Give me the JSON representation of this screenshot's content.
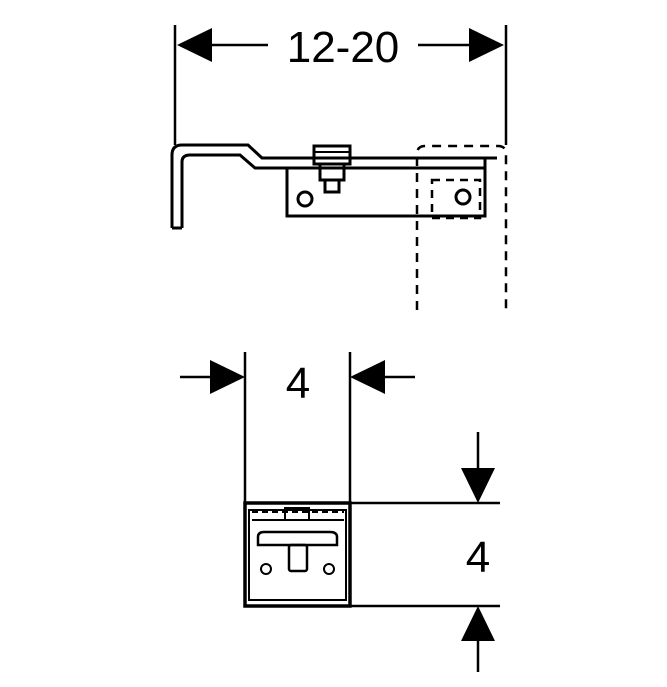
{
  "dimensions": {
    "top_width": "12-20",
    "bottom_width": "4",
    "bottom_height": "4"
  },
  "colors": {
    "line": "#000000",
    "background": "#ffffff"
  }
}
